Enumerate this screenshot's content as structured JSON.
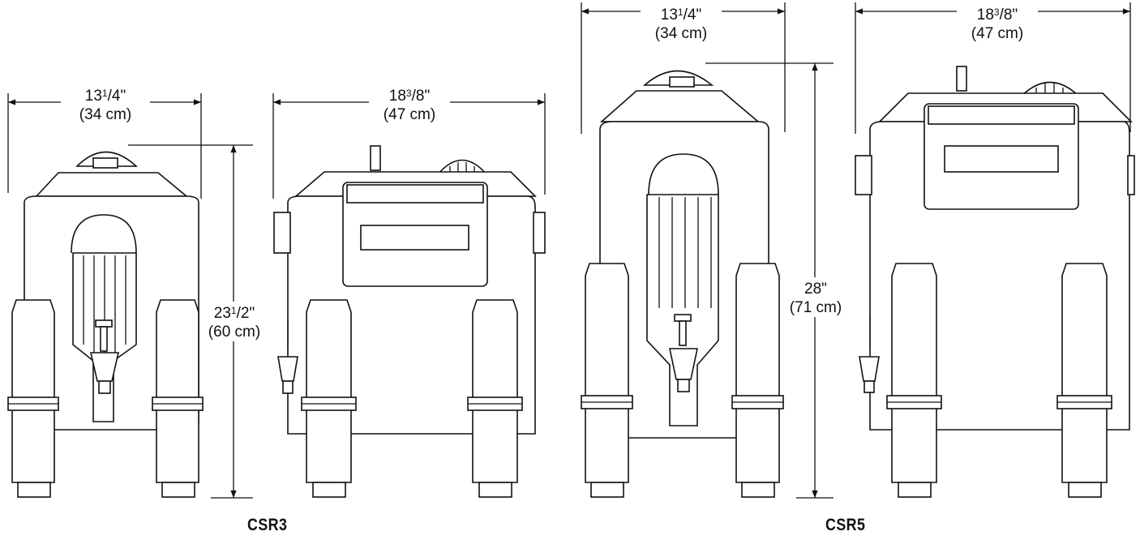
{
  "models": [
    {
      "name": "CSR3",
      "front": {
        "width_whole": "13",
        "width_sup": "1",
        "width_sub": "/4\"",
        "width_metric": "(34 cm)"
      },
      "side": {
        "width_whole": "18",
        "width_sup": "3",
        "width_sub": "/8\"",
        "width_metric": "(47 cm)"
      },
      "height": {
        "whole": "23",
        "sup": "1",
        "sub": "/2\"",
        "metric": "(60 cm)"
      }
    },
    {
      "name": "CSR5",
      "front": {
        "width_whole": "13",
        "width_sup": "1",
        "width_sub": "/4\"",
        "width_metric": "(34 cm)"
      },
      "side": {
        "width_whole": "18",
        "width_sup": "3",
        "width_sub": "/8\"",
        "width_metric": "(47 cm)"
      },
      "height": {
        "whole": "28\"",
        "sup": "",
        "sub": "",
        "metric": "(71 cm)"
      }
    }
  ]
}
